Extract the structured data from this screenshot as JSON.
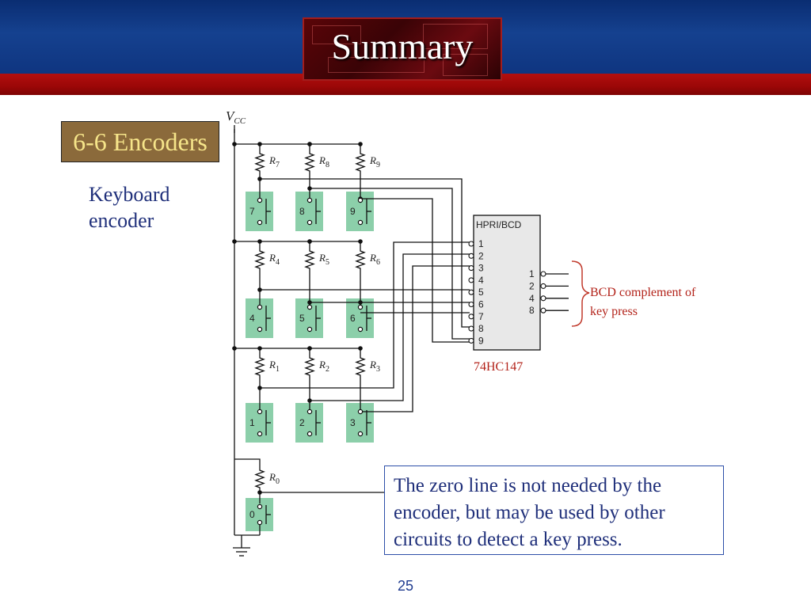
{
  "slide": {
    "title": "Summary",
    "badge": "6-6 Encoders",
    "subtitle": "Keyboard encoder",
    "callout": "The zero line is not needed by the encoder, but may be used by other circuits to detect a key press.",
    "page_number": "25"
  },
  "circuit": {
    "vcc_label": "V",
    "vcc_sub": "CC",
    "chip_label": "HPRI/BCD",
    "chip_part": "74HC147",
    "chip_inputs": [
      "1",
      "2",
      "3",
      "4",
      "5",
      "6",
      "7",
      "8",
      "9"
    ],
    "chip_outputs": [
      "1",
      "2",
      "4",
      "8"
    ],
    "output_note_line1": "BCD complement of",
    "output_note_line2": "key press",
    "resistors": [
      {
        "letter": "R",
        "sub": "7"
      },
      {
        "letter": "R",
        "sub": "8"
      },
      {
        "letter": "R",
        "sub": "9"
      },
      {
        "letter": "R",
        "sub": "4"
      },
      {
        "letter": "R",
        "sub": "5"
      },
      {
        "letter": "R",
        "sub": "6"
      },
      {
        "letter": "R",
        "sub": "1"
      },
      {
        "letter": "R",
        "sub": "2"
      },
      {
        "letter": "R",
        "sub": "3"
      },
      {
        "letter": "R",
        "sub": "0"
      }
    ],
    "keys": [
      "7",
      "8",
      "9",
      "4",
      "5",
      "6",
      "1",
      "2",
      "3",
      "0"
    ]
  },
  "colors": {
    "header_blue": "#15418f",
    "header_red": "#9b0707",
    "badge_bg": "#8b6a3b",
    "badge_text": "#f6e58a",
    "key_bg": "#8ccfaa",
    "text_blue": "#1f2f7a",
    "note_red": "#b3231a"
  }
}
